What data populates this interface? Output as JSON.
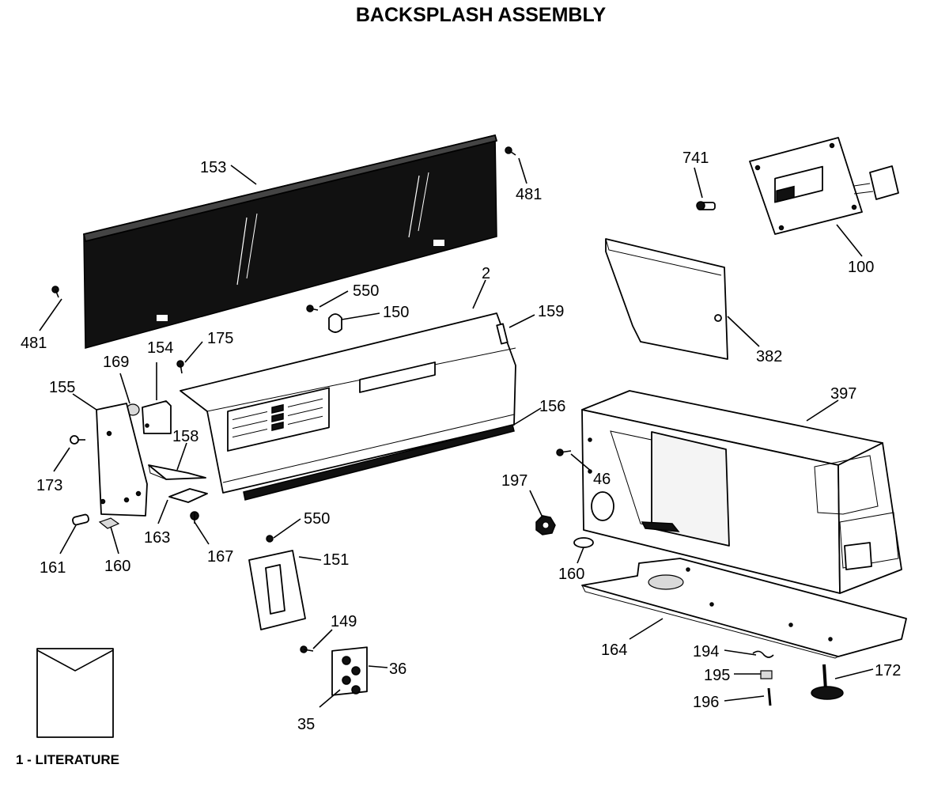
{
  "title": "BACKSPLASH ASSEMBLY",
  "literature_label": "1 - LITERATURE",
  "callouts": [
    {
      "id": "c153",
      "text": "153"
    },
    {
      "id": "c481a",
      "text": "481"
    },
    {
      "id": "c481b",
      "text": "481"
    },
    {
      "id": "c741",
      "text": "741"
    },
    {
      "id": "c100",
      "text": "100"
    },
    {
      "id": "c550a",
      "text": "550"
    },
    {
      "id": "c150",
      "text": "150"
    },
    {
      "id": "c2",
      "text": "2"
    },
    {
      "id": "c159",
      "text": "159"
    },
    {
      "id": "c382",
      "text": "382"
    },
    {
      "id": "c175",
      "text": "175"
    },
    {
      "id": "c154",
      "text": "154"
    },
    {
      "id": "c169",
      "text": "169"
    },
    {
      "id": "c155",
      "text": "155"
    },
    {
      "id": "c397",
      "text": "397"
    },
    {
      "id": "c156",
      "text": "156"
    },
    {
      "id": "c158",
      "text": "158"
    },
    {
      "id": "c173",
      "text": "173"
    },
    {
      "id": "c46",
      "text": "46"
    },
    {
      "id": "c197",
      "text": "197"
    },
    {
      "id": "c163",
      "text": "163"
    },
    {
      "id": "c550b",
      "text": "550"
    },
    {
      "id": "c167",
      "text": "167"
    },
    {
      "id": "c151",
      "text": "151"
    },
    {
      "id": "c161",
      "text": "161"
    },
    {
      "id": "c160a",
      "text": "160"
    },
    {
      "id": "c160b",
      "text": "160"
    },
    {
      "id": "c149",
      "text": "149"
    },
    {
      "id": "c164",
      "text": "164"
    },
    {
      "id": "c194",
      "text": "194"
    },
    {
      "id": "c172",
      "text": "172"
    },
    {
      "id": "c36",
      "text": "36"
    },
    {
      "id": "c195",
      "text": "195"
    },
    {
      "id": "c196",
      "text": "196"
    },
    {
      "id": "c35",
      "text": "35"
    }
  ]
}
